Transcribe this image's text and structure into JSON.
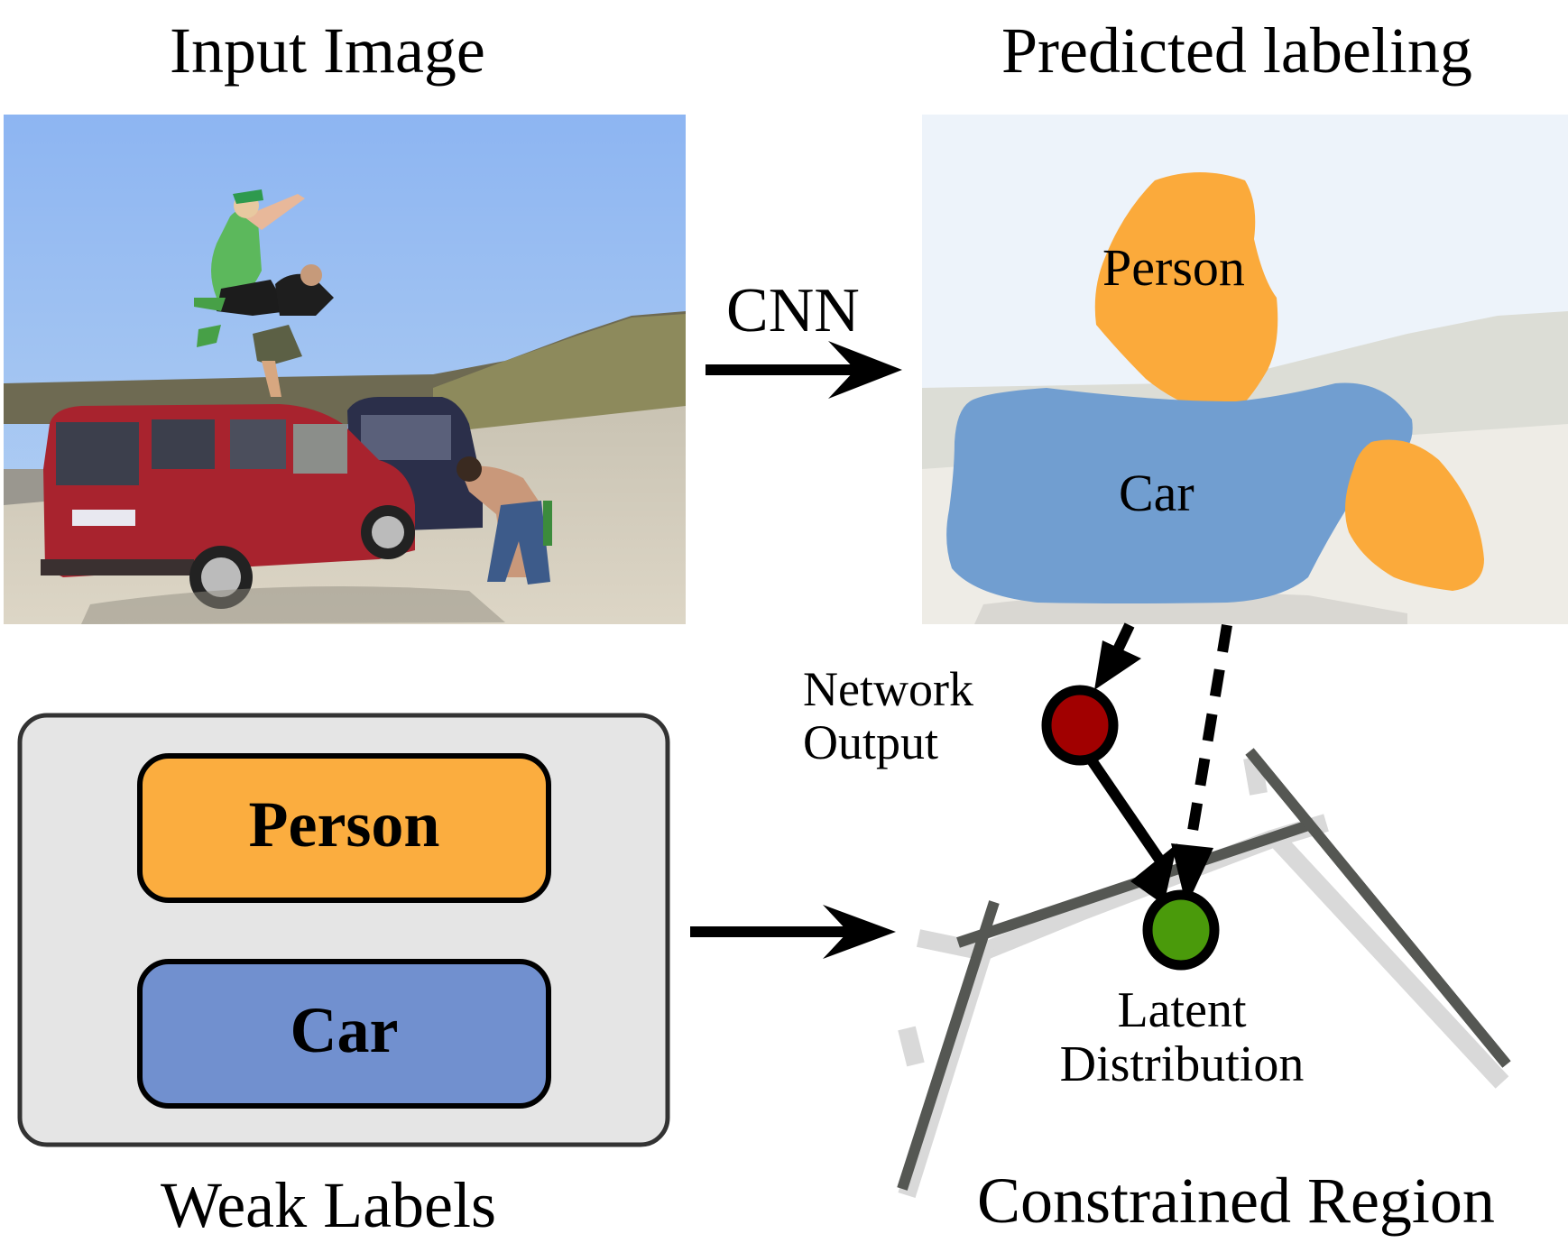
{
  "titles": {
    "input_image": "Input Image",
    "predicted_labeling": "Predicted labeling",
    "weak_labels": "Weak Labels",
    "constrained_region": "Constrained Region"
  },
  "arrows": {
    "cnn_label": "CNN"
  },
  "predicted": {
    "person_label": "Person",
    "car_label": "Car"
  },
  "weak_labels": {
    "items": [
      {
        "label": "Person",
        "color": "#FBAD3F"
      },
      {
        "label": "Car",
        "color": "#7190CF"
      }
    ]
  },
  "nodes": {
    "network_output": {
      "line1": "Network",
      "line2": "Output",
      "color": "#A10000"
    },
    "latent_distribution": {
      "line1": "Latent",
      "line2": "Distribution",
      "color": "#4A9A0B"
    }
  },
  "colors": {
    "person": "#FBAD3F",
    "car_region": "#719FD0",
    "car_box": "#7190CF",
    "panel_bg": "#E5E5E5",
    "constraint_line": "#555753",
    "constraint_shadow": "#D9D9D9"
  }
}
